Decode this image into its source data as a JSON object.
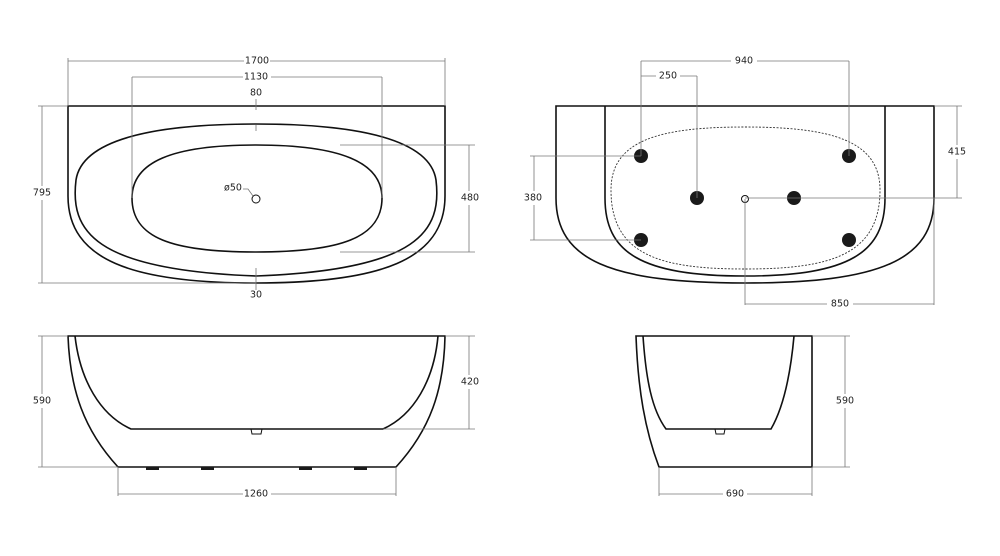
{
  "drawing": {
    "subject": "Freestanding back-to-wall bathtub dimensional drawing",
    "views": {
      "top": {
        "overall_length": "1700",
        "inner_basin_length": "1130",
        "rim_back_width": "80",
        "drain_diameter": "ø50",
        "overall_depth": "795",
        "inner_basin_width": "480",
        "rim_front_width": "30"
      },
      "bottom": {
        "jet_span_outer": "940",
        "jet_spacing": "250",
        "back_to_center_jets": "415",
        "front_jet_spacing": "380",
        "drain_to_side": "850",
        "jets_count": 6
      },
      "front": {
        "overall_height": "590",
        "inner_depth": "420",
        "base_length": "1260",
        "feet_count": 4
      },
      "side": {
        "overall_height": "590",
        "base_depth": "690"
      }
    }
  }
}
